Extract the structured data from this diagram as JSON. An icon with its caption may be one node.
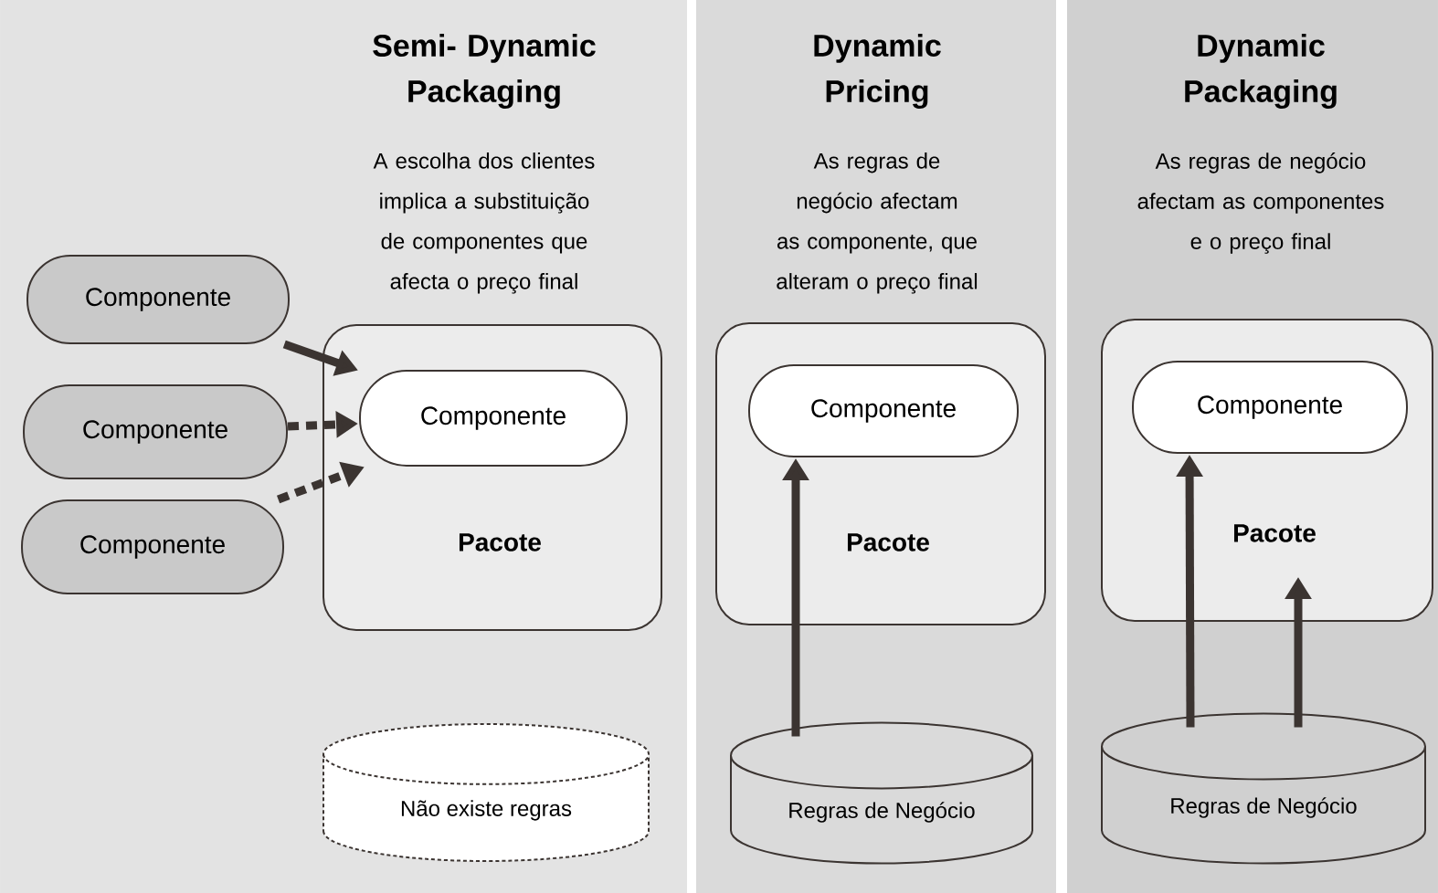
{
  "diagram": {
    "nodes": [
      {
        "text": [
          "Semi- Dynamic Packaging",
          "A escolha dos clientes implica a substituição de componentes que afecta o preço final"
        ]
      },
      {
        "text": [
          "Componente"
        ],
        "in": 0
      },
      {
        "text": [
          "Componente"
        ],
        "in": 0
      },
      {
        "text": [
          "Componente"
        ],
        "in": 0
      },
      {
        "text": [
          "Pacote"
        ],
        "in": 0
      },
      {
        "text": [
          "Componente"
        ],
        "in": 4
      },
      {
        "text": [
          "Não existe regras"
        ],
        "in": 0
      },
      {
        "text": [
          "Dynamic Pricing",
          "As regras de negócio afectam as componente, que alteram o preço final"
        ]
      },
      {
        "text": [
          "Pacote"
        ],
        "in": 7
      },
      {
        "text": [
          "Componente"
        ],
        "in": 8
      },
      {
        "text": [
          "Regras de Negócio"
        ],
        "in": 7
      },
      {
        "text": [
          "Dynamic Packaging",
          "As regras de negócio afectam as componentes e o preço final"
        ]
      },
      {
        "text": [
          "Pacote"
        ],
        "in": 11
      },
      {
        "text": [
          "Componente"
        ],
        "in": 12
      },
      {
        "text": [
          "Regras de Negócio"
        ],
        "in": 11
      }
    ],
    "edges": [
      {
        "from": 1,
        "to": 5,
        "arrow": "to"
      },
      {
        "from": 2,
        "to": 5,
        "arrow": "to",
        "style": "dashed"
      },
      {
        "from": 3,
        "to": 5,
        "arrow": "to",
        "style": "dashed"
      },
      {
        "from": 10,
        "to": 9,
        "arrow": "to"
      },
      {
        "from": 14,
        "to": 13,
        "arrow": "to"
      },
      {
        "from": 14,
        "to": 12,
        "arrow": "to"
      }
    ]
  }
}
